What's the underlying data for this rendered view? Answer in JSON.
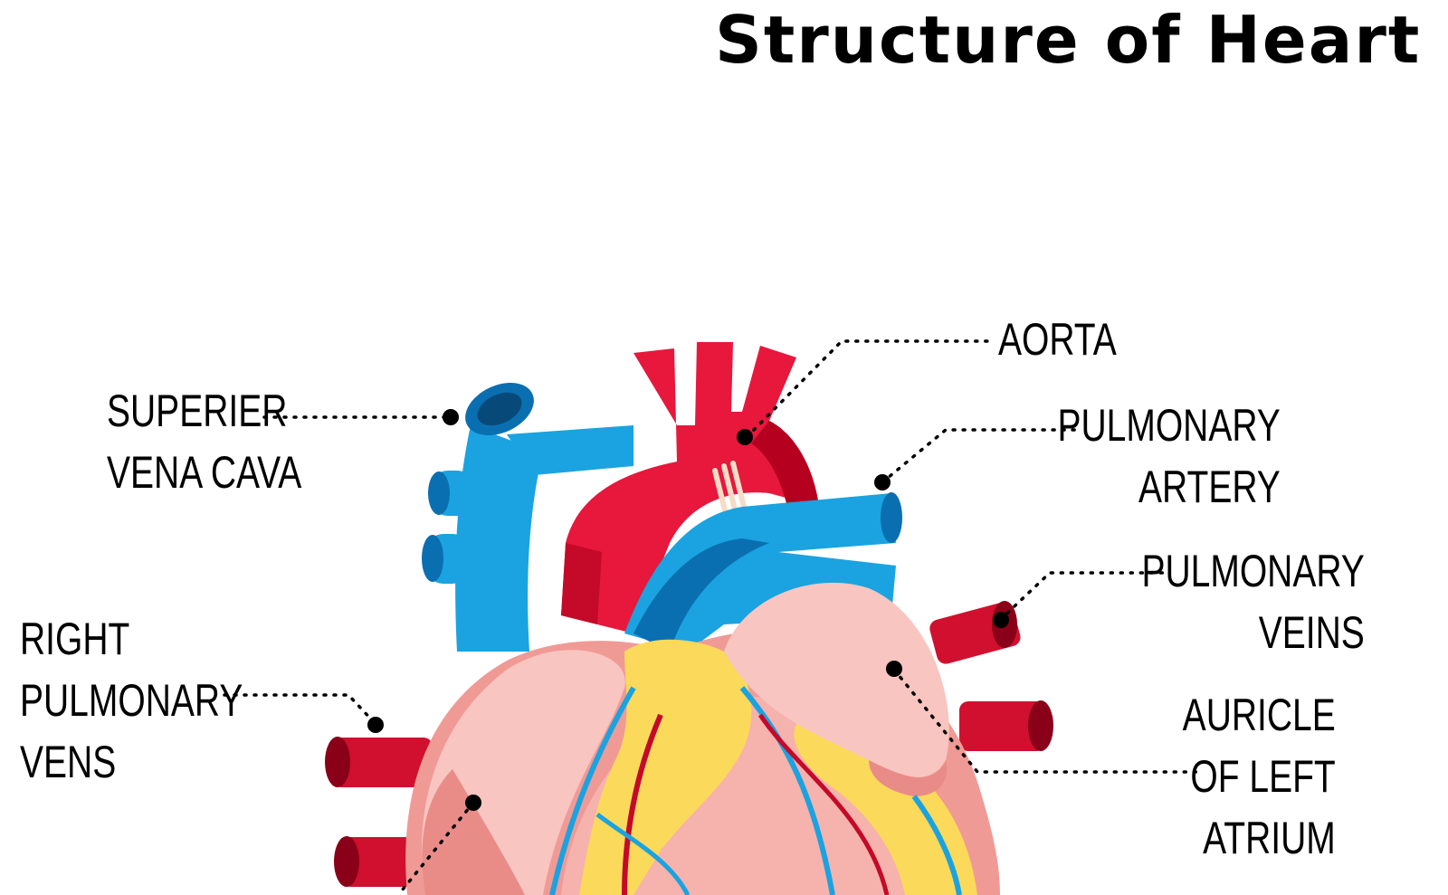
{
  "title": "Structure of Heart",
  "labels": {
    "aorta": "AORTA",
    "superior_vena_cava": [
      "SUPERIER",
      "VENA CAVA"
    ],
    "pulmonary_artery": [
      "PULMONARY",
      "ARTERY"
    ],
    "pulmonary_veins": [
      "PULMONARY",
      "VEINS"
    ],
    "right_pulmonary_veins": [
      "RIGHT",
      "PULMONARY",
      "VENS"
    ],
    "auricle_left_atrium": [
      "AURICLE",
      "OF LEFT",
      "ATRIUM"
    ]
  },
  "colors": {
    "artery_red": "#e8173c",
    "artery_dark": "#b5001f",
    "vein_blue": "#1aa3e0",
    "vein_dark": "#0a6fb0",
    "muscle_pink": "#f4b3b0",
    "fat_yellow": "#fbd95a"
  }
}
